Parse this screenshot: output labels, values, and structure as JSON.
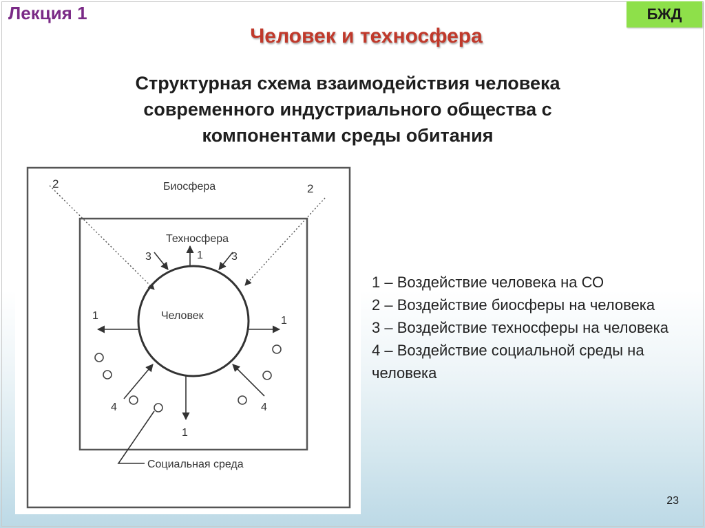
{
  "header": {
    "lecture": "Лекция 1",
    "badge": "БЖД"
  },
  "title": "Человек и техносфера",
  "subtitle_lines": [
    "Структурная схема взаимодействия человека",
    "современного индустриального общества с",
    "компонентами среды обитания"
  ],
  "diagram": {
    "biosphere": "Биосфера",
    "technosphere": "Техносфера",
    "human": "Человек",
    "social_env": "Социальная среда",
    "n1": "1",
    "n2": "2",
    "n3": "3",
    "n4": "4"
  },
  "legend": [
    "1 – Воздействие человека на СО",
    "2 – Воздействие биосферы на человека",
    "3 – Воздействие техносферы на человека",
    "4 – Воздействие социальной среды на человека"
  ],
  "page_number": "23"
}
